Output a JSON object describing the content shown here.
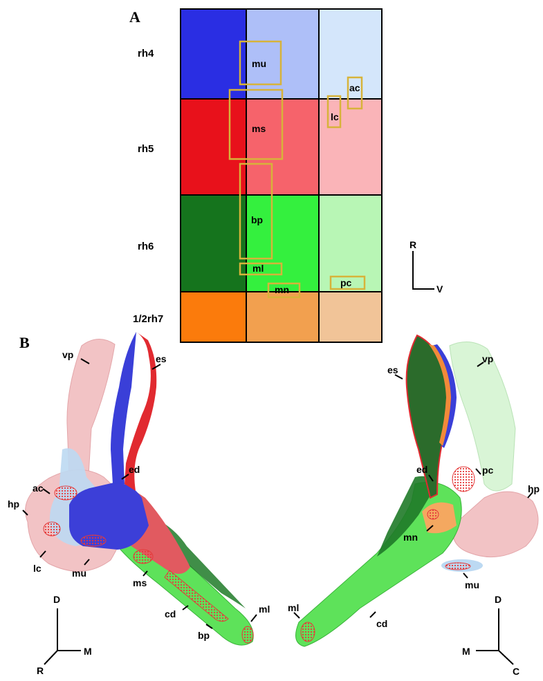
{
  "panels": {
    "a": "A",
    "b": "B"
  },
  "rows": [
    "rh4",
    "rh5",
    "rh6",
    "1/2rh7"
  ],
  "colors": {
    "rh4": [
      "#2a2ee3",
      "#aebff8",
      "#d4e6fb"
    ],
    "rh5": [
      "#e8111b",
      "#f6636b",
      "#fab4b8"
    ],
    "rh6": [
      "#15741d",
      "#34f03e",
      "#b8f6b5"
    ],
    "rh7": [
      "#fb7b0c",
      "#f2a04f",
      "#f1c498"
    ],
    "box": "#d7b33a",
    "dots": "#e53a3a"
  },
  "boxes_a": [
    "mu",
    "ac",
    "lc",
    "ms",
    "bp",
    "ml",
    "mn",
    "pc"
  ],
  "axes_a": {
    "r": "R",
    "v": "V"
  },
  "left_labels": [
    "vp",
    "es",
    "ed",
    "ac",
    "hp",
    "lc",
    "mu",
    "ms",
    "cd",
    "bp",
    "ml"
  ],
  "right_labels": [
    "es",
    "vp",
    "ed",
    "pc",
    "hp",
    "mn",
    "mu",
    "cd"
  ],
  "axes_b_left": {
    "d": "D",
    "m": "M",
    "r": "R"
  },
  "axes_b_right": {
    "d": "D",
    "m": "M",
    "c": "C"
  }
}
